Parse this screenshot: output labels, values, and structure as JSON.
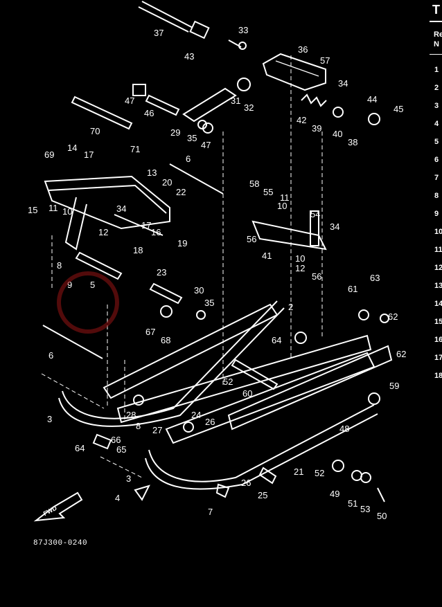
{
  "diagram": {
    "callouts": [
      "37",
      "33",
      "43",
      "36",
      "57",
      "34",
      "44",
      "45",
      "47",
      "46",
      "31",
      "32",
      "42",
      "39",
      "29",
      "35",
      "47",
      "40",
      "38",
      "70",
      "71",
      "69",
      "14",
      "17",
      "6",
      "13",
      "20",
      "22",
      "58",
      "55",
      "15",
      "11",
      "10",
      "34",
      "11",
      "10",
      "54",
      "17",
      "16",
      "12",
      "56",
      "34",
      "41",
      "10",
      "12",
      "9",
      "18",
      "19",
      "8",
      "5",
      "23",
      "56",
      "63",
      "61",
      "30",
      "62",
      "35",
      "2",
      "67",
      "68",
      "6",
      "64",
      "62",
      "52",
      "60",
      "59",
      "3",
      "28",
      "24",
      "8",
      "27",
      "26",
      "48",
      "66",
      "64",
      "65",
      "21",
      "52",
      "3",
      "26",
      "25",
      "49",
      "51",
      "53",
      "50",
      "4",
      "7"
    ],
    "part_number": "87J300-0240",
    "forward_label": "FWD"
  },
  "side_panel": {
    "title": "T",
    "header_line1": "Re",
    "header_line2": "N",
    "row_numbers": [
      "1",
      "2",
      "3",
      "4",
      "5",
      "6",
      "7",
      "8",
      "9",
      "10",
      "11",
      "12",
      "13",
      "14",
      "15",
      "16",
      "17",
      "18"
    ]
  },
  "colors": {
    "background": "#000000",
    "ink": "#ffffff",
    "watermark": "#961414"
  }
}
